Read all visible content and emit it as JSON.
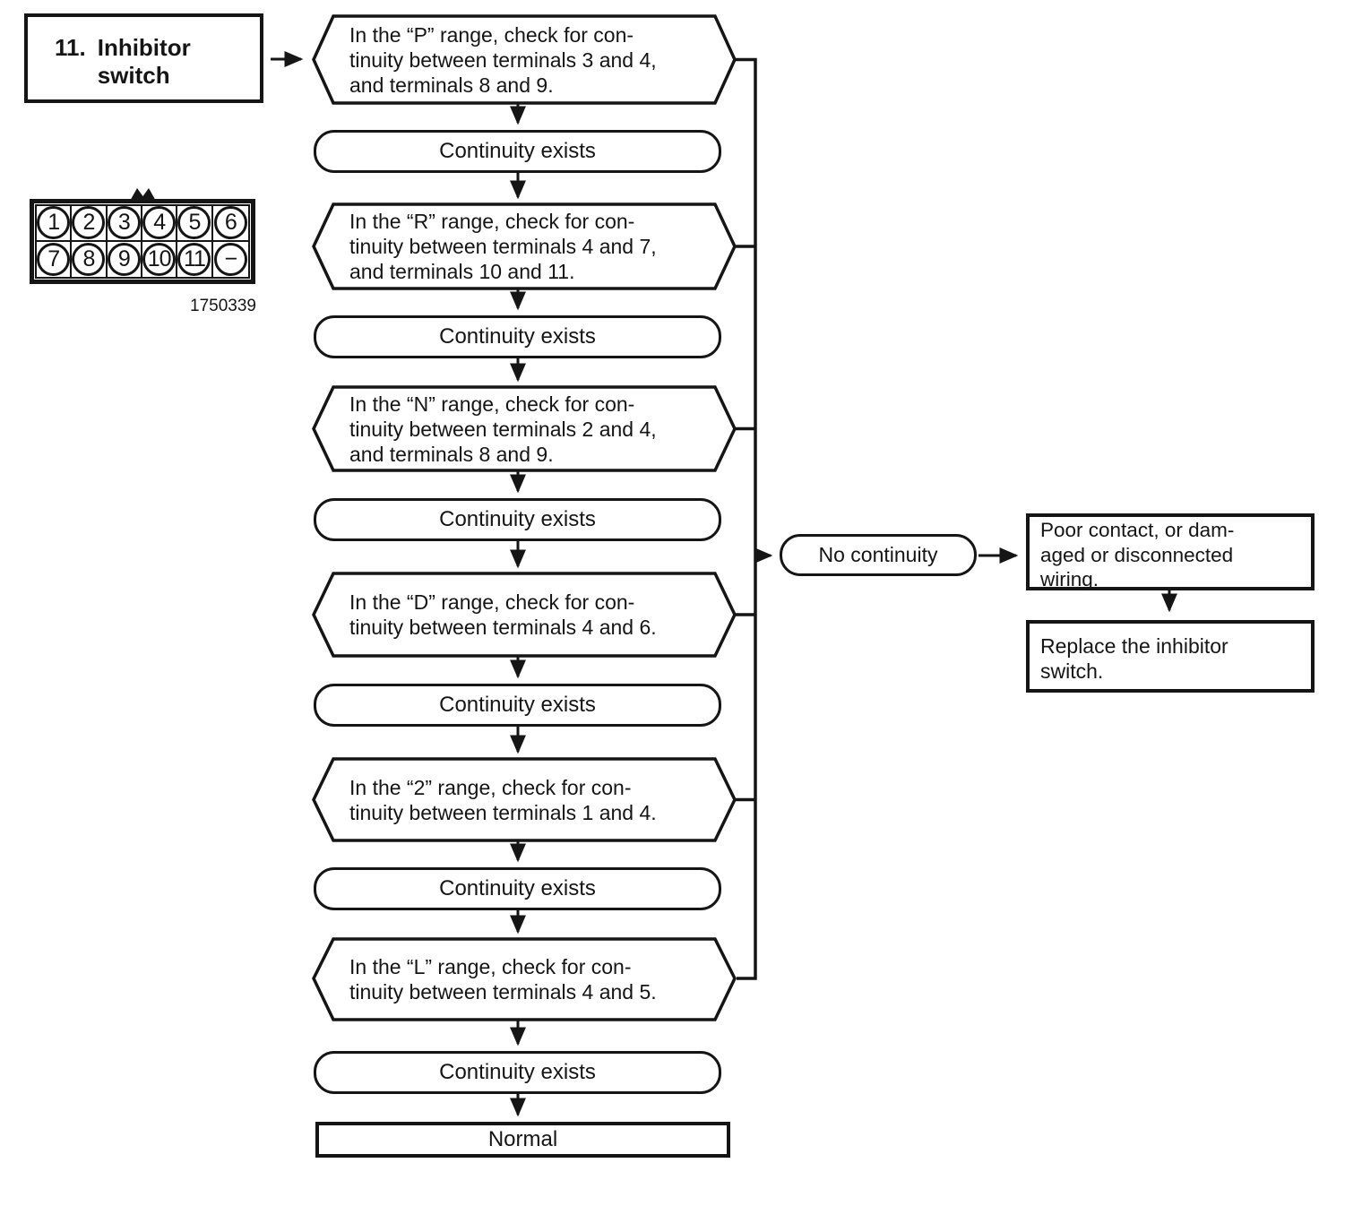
{
  "figure": {
    "title_number": "11.",
    "title_label": "Inhibitor switch",
    "connector": {
      "top_row": [
        "1",
        "2",
        "3",
        "4",
        "5",
        "6"
      ],
      "bottom_row": [
        "7",
        "8",
        "9",
        "10",
        "11",
        "−"
      ],
      "figure_number": "1750339"
    },
    "checks": [
      {
        "lines": [
          "In the “P” range, check for con-",
          "tinuity between terminals 3 and 4,",
          "and terminals 8 and 9."
        ]
      },
      {
        "lines": [
          "In the “R” range, check for con-",
          "tinuity between terminals 4 and 7,",
          "and terminals 10 and 11."
        ]
      },
      {
        "lines": [
          "In the “N” range, check for con-",
          "tinuity between terminals 2 and 4,",
          "and terminals 8 and 9."
        ]
      },
      {
        "lines": [
          "In the “D” range, check for con-",
          "tinuity between terminals 4 and 6."
        ]
      },
      {
        "lines": [
          "In the “2” range, check for con-",
          "tinuity between terminals 1 and 4."
        ]
      },
      {
        "lines": [
          "In the “L” range, check for con-",
          "tinuity between terminals 4 and 5."
        ]
      }
    ],
    "pass_label": "Continuity exists",
    "end_label": "Normal",
    "fail_label": "No continuity",
    "fail_cause_lines": [
      "Poor contact, or dam-",
      "aged or disconnected",
      "wiring."
    ],
    "fail_action_lines": [
      "Replace the inhibitor",
      "switch."
    ]
  },
  "colors": {
    "ink": "#151515",
    "paper": "#ffffff"
  }
}
